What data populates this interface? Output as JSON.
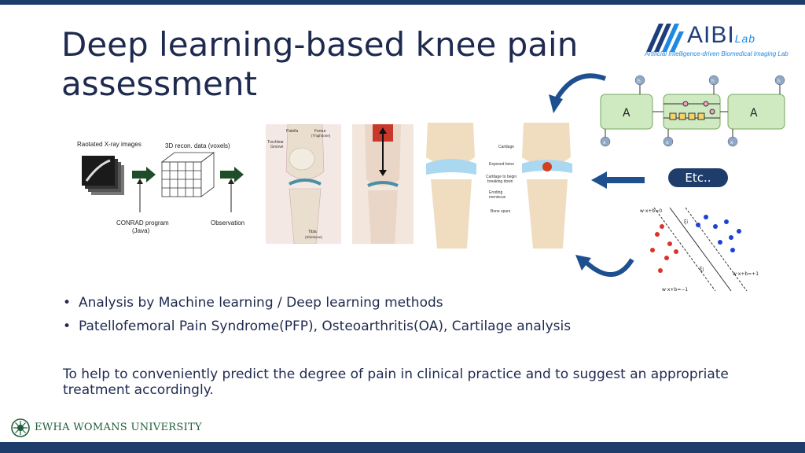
{
  "slide": {
    "title": "Deep learning-based knee pain assessment",
    "bullets": [
      "Analysis by Machine learning / Deep learning methods",
      "Patellofemoral Pain Syndrome(PFP), Osteoarthritis(OA), Cartilage analysis"
    ],
    "summary": "To help to conveniently predict the degree of pain in clinical practice and to suggest an appropriate treatment accordingly.",
    "etc_badge": "Etc..",
    "bullet_glyph": "•"
  },
  "logo": {
    "brand": "AIBI",
    "brand_suffix": "Lab",
    "tagline": "Artificial Intelligence-driven Biomedical Imaging Lab"
  },
  "footer": {
    "university": "EWHA WOMANS UNIVERSITY"
  },
  "xray_diagram": {
    "rotated_label": "Raotated X-ray images",
    "recon_label": "3D recon. data (voxels)",
    "program_label_1": "CONRAD program",
    "program_label_2": "(Java)",
    "observation_label": "Observation"
  },
  "knee_anatomy": {
    "patella": "Patella",
    "femur": "Femur",
    "femur_sub": "(Thighbone)",
    "trochlear": "Trochlear",
    "groove": "Groove",
    "tibia": "Tibia",
    "tibia_sub": "(Shinbone)"
  },
  "oa_labels": {
    "cartilage": "Cartilage",
    "exposed_bone": "Exposed bone",
    "cartilage_begin_1": "Cartilage to begin",
    "cartilage_begin_2": "breaking down",
    "eroding_1": "Eroding",
    "eroding_2": "meniscus",
    "bone_spurs": "Bone spurs"
  },
  "rnn": {
    "cell_label": "A",
    "h_out": "h",
    "x_in": "x"
  },
  "svm": {
    "eq_top": "w·x+b=0",
    "eq_right": "w·x+b=+1",
    "eq_bottom": "w·x+b=−1",
    "xi_1": "ξi",
    "xi_2": "ξj"
  },
  "colors": {
    "navy": "#1e3d6b",
    "title": "#1f2a4f",
    "ewha_green": "#1f5d3a",
    "arrow_blue": "#1e4f8f"
  }
}
